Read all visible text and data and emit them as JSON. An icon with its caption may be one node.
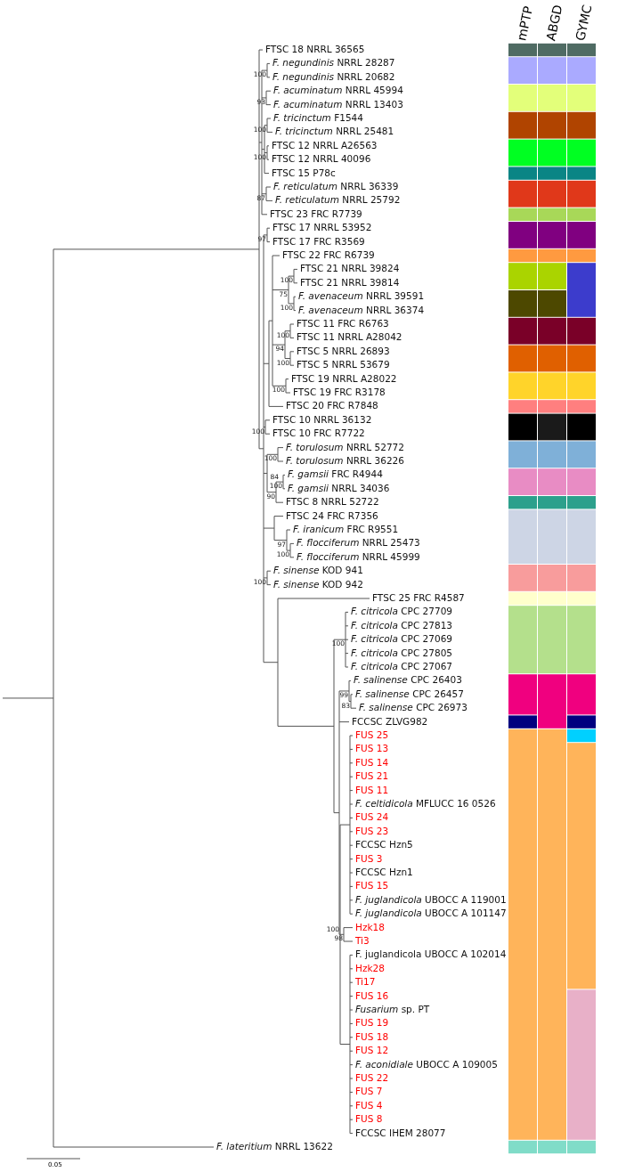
{
  "diagram": {
    "labels": [
      "mPTP",
      "ABGD",
      "GYMC",
      "FTSC 18 NRRL 36565",
      "*F. negundinis* NRRL 28287",
      "100",
      "*F. negundinis* NRRL 20682",
      "*F. acuminatum* NRRL 45994",
      "93",
      "*F. acuminatum* NRRL 13403",
      "*F. tricinctum* F1544",
      "100",
      "*F. tricinctum* NRRL 25481",
      "FTSC 12 NRRL A26563",
      "100",
      "FTSC 12 NRRL 40096",
      "FTSC 15 P78c",
      "*F. reticulatum* NRRL 36339",
      "87",
      "*F. reticulatum* NRRL 25792",
      "FTSC 23 FRC R7739",
      "FTSC 17 NRRL 53952",
      "97",
      "FTSC 17 FRC R3569",
      "FTSC 22 FRC R6739",
      "FTSC 21 NRRL 39824",
      "100",
      "FTSC 21 NRRL 39814",
      "75",
      "*F. avenaceum* NRRL 39591",
      "100",
      "*F. avenaceum* NRRL 36374",
      "FTSC 11 FRC R6763",
      "100",
      "FTSC 11 NRRL A28042",
      "FTSC 5 NRRL 26893",
      "100",
      "94",
      "FTSC 5 NRRL 53679",
      "FTSC 19 NRRL A28022",
      "100",
      "FTSC 19 FRC R3178",
      "FTSC 20 FRC R7848",
      "FTSC 10 NRRL 36132",
      "100",
      "FTSC 10 FRC R7722",
      "*F. torulosum* NRRL 52772",
      "100",
      "*F. torulosum* NRRL 36226",
      "84",
      "*F. gamsii* FRC R4944",
      "100",
      "*F. gamsii* NRRL 34036",
      "90",
      "FTSC 8 NRRL 52722",
      "FTSC 24 FRC R7356",
      "*F. iranicum* FRC R9551",
      "97",
      "*F. flocciferum* NRRL 25473",
      "100",
      "*F. flocciferum* NRRL 45999",
      "*F. sinense* KOD 941",
      "100",
      "*F. sinense* KOD 942",
      "FTSC 25 FRC R4587",
      "*F. citricola* CPC 27709",
      "*F. citricola* CPC 27813",
      "*F. citricola* CPC 27069",
      "100",
      "*F. citricola* CPC 27805",
      "*F. citricola* CPC 27067",
      "*F. salinense* CPC 26403",
      "99",
      "*F. salinense* CPC 26457",
      "83",
      "*F. salinense* CPC 26973",
      "FCCSC ZLVG982",
      "100",
      "FUS 25",
      "FUS 13",
      "FUS 14",
      "FUS 21",
      "FUS 11",
      "*F. celtidicola* MFLUCC 16 0526",
      "FUS 24",
      "FUS 23",
      "FCCSC Hzn5",
      "FUS 3",
      "FCCSC Hzn1",
      "FUS 15",
      "*F. juglandicola* UBOCC A 119001",
      "*F. juglandicola* UBOCC A 101147",
      "Hzk18",
      "Ti3",
      "98",
      "F. juglandicola UBOCC A 102014",
      "Hzk28",
      "Ti17",
      "FUS 16",
      "*Fusarium* sp. PT",
      "FUS 19",
      "FUS 18",
      "FUS 12",
      "*F. aconidiale* UBOCC A 109005",
      "FUS 22",
      "FUS 7",
      "FUS 4",
      "FUS 8",
      "FCCSC IHEM 28077",
      "*F. lateritium* NRRL 13622",
      "0.05"
    ]
  }
}
